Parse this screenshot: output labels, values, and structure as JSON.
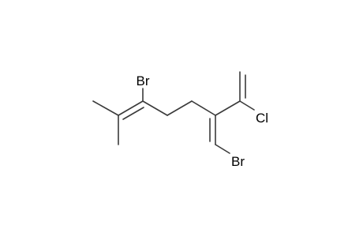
{
  "molecule": {
    "atom_labels": {
      "br_top": "Br",
      "cl": "Cl",
      "br_bottom": "Br"
    },
    "bonds": [
      {
        "id": "methyl-upper",
        "order": 1
      },
      {
        "id": "methyl-lower",
        "order": 1
      },
      {
        "id": "trisubstituted-alkene",
        "order": 2
      },
      {
        "id": "c-br-top",
        "order": 1
      },
      {
        "id": "chain-1",
        "order": 1
      },
      {
        "id": "chain-2",
        "order": 1
      },
      {
        "id": "chain-3",
        "order": 1
      },
      {
        "id": "c-vinyl",
        "order": 1
      },
      {
        "id": "terminal-alkene",
        "order": 2
      },
      {
        "id": "c-cl",
        "order": 1
      },
      {
        "id": "exocyclic-alkene",
        "order": 2
      },
      {
        "id": "ch-br-bottom",
        "order": 1
      }
    ],
    "colors": {
      "bond": "#3a3a3a",
      "text": "#000000",
      "background": "#ffffff"
    }
  }
}
